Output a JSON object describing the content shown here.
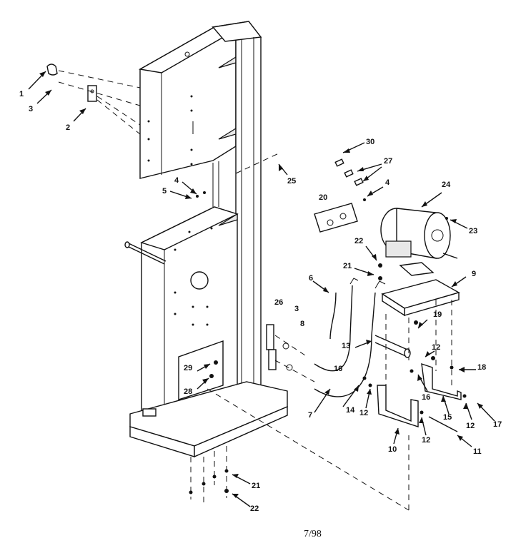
{
  "diagram": {
    "title": "",
    "footer_text": "7/98",
    "callouts": [
      {
        "id": "c1",
        "label": "1"
      },
      {
        "id": "c3a",
        "label": "3"
      },
      {
        "id": "c2",
        "label": "2"
      },
      {
        "id": "c4a",
        "label": "4"
      },
      {
        "id": "c5",
        "label": "5"
      },
      {
        "id": "c25",
        "label": "25"
      },
      {
        "id": "c30",
        "label": "30"
      },
      {
        "id": "c27",
        "label": "27"
      },
      {
        "id": "c4b",
        "label": "4"
      },
      {
        "id": "c20",
        "label": "20"
      },
      {
        "id": "c24",
        "label": "24"
      },
      {
        "id": "c23",
        "label": "23"
      },
      {
        "id": "c22a",
        "label": "22"
      },
      {
        "id": "c21a",
        "label": "21"
      },
      {
        "id": "c6",
        "label": "6"
      },
      {
        "id": "c9",
        "label": "9"
      },
      {
        "id": "c26",
        "label": "26"
      },
      {
        "id": "c3b",
        "label": "3"
      },
      {
        "id": "c8",
        "label": "8"
      },
      {
        "id": "c19",
        "label": "19"
      },
      {
        "id": "c13",
        "label": "13"
      },
      {
        "id": "c12a",
        "label": "12"
      },
      {
        "id": "c16a",
        "label": "16"
      },
      {
        "id": "c18a",
        "label": "18"
      },
      {
        "id": "c29",
        "label": "29"
      },
      {
        "id": "c28",
        "label": "28"
      },
      {
        "id": "c7",
        "label": "7"
      },
      {
        "id": "c14",
        "label": "14"
      },
      {
        "id": "c12b",
        "label": "12"
      },
      {
        "id": "c16b",
        "label": "16"
      },
      {
        "id": "c15",
        "label": "15"
      },
      {
        "id": "c12c",
        "label": "12"
      },
      {
        "id": "c17",
        "label": "17"
      },
      {
        "id": "c12d",
        "label": "12"
      },
      {
        "id": "c10",
        "label": "10"
      },
      {
        "id": "c11",
        "label": "11"
      },
      {
        "id": "c21b",
        "label": "21"
      },
      {
        "id": "c22b",
        "label": "22"
      }
    ]
  }
}
